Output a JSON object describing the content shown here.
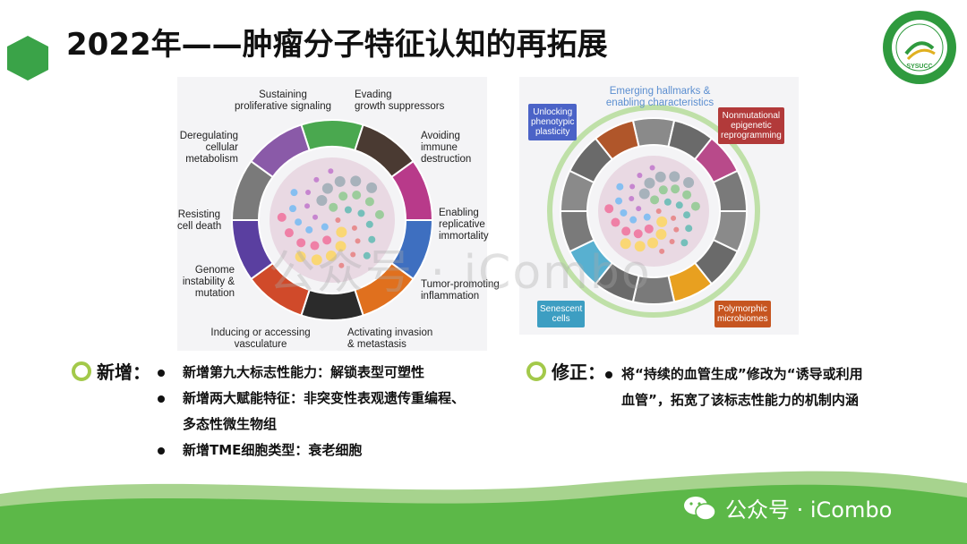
{
  "title": "2022年——肿瘤分子特征认知的再拓展",
  "logo": {
    "text": "SYSUCC"
  },
  "left_figure": {
    "labels": [
      "Sustaining\nproliferative signaling",
      "Evading\ngrowth suppressors",
      "Avoiding\nimmune\ndestruction",
      "Enabling\nreplicative\nimmortality",
      "Tumor-promoting\ninflammation",
      "Activating invasion\n& metastasis",
      "Inducing or accessing\nvasculature",
      "Genome\ninstability &\nmutation",
      "Resisting\ncell death",
      "Deregulating\ncellular\nmetabolism"
    ]
  },
  "right_figure": {
    "header": "Emerging hallmarks &\nenabling characteristics",
    "boxes": [
      "Unlocking\nphenotypic\nplasticity",
      "Nonmutational\nepigenetic\nreprogramming",
      "Senescent\ncells",
      "Polymorphic\nmicrobiomes"
    ]
  },
  "watermark": "公众号 · iCombo",
  "section_new": {
    "title": "新增：",
    "items": [
      "新增第九大标志性能力：解锁表型可塑性",
      "新增两大赋能特征：非突变性表观遗传重编程、",
      "新增TME细胞类型：衰老细胞"
    ],
    "item2_cont": "多态性微生物组"
  },
  "section_fix": {
    "title": "修正：",
    "text": "将“持续的血管生成”修改为“诱导或利用血管”，拓宽了该标志性能力的机制内涵"
  },
  "colors": {
    "accent_green": "#3aa348",
    "ring_green": "#a3c94a",
    "footer_green": "#5cb848"
  }
}
